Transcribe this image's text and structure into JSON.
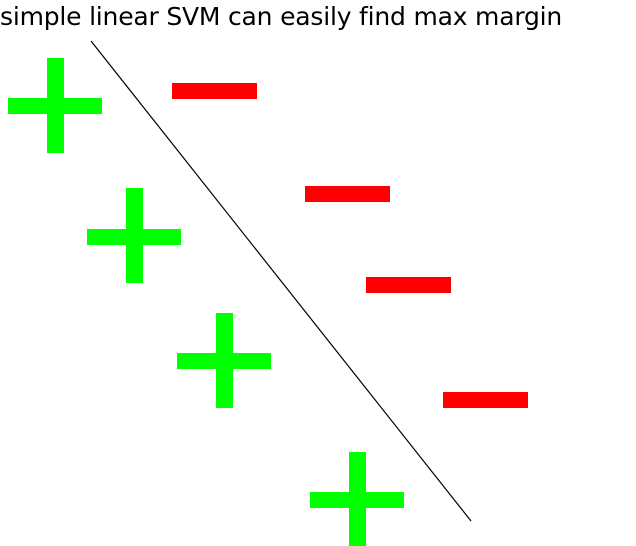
{
  "title": "simple linear SVM can easily find max margin",
  "colors": {
    "positive": "#00ff00",
    "negative": "#ff0000",
    "separator": "#000000",
    "background": "#ffffff"
  },
  "classes": {
    "positive": {
      "symbol": "+",
      "icon": "plus-icon",
      "count": 4
    },
    "negative": {
      "symbol": "−",
      "icon": "minus-icon",
      "count": 4
    }
  },
  "separator": {
    "kind": "straight line"
  }
}
